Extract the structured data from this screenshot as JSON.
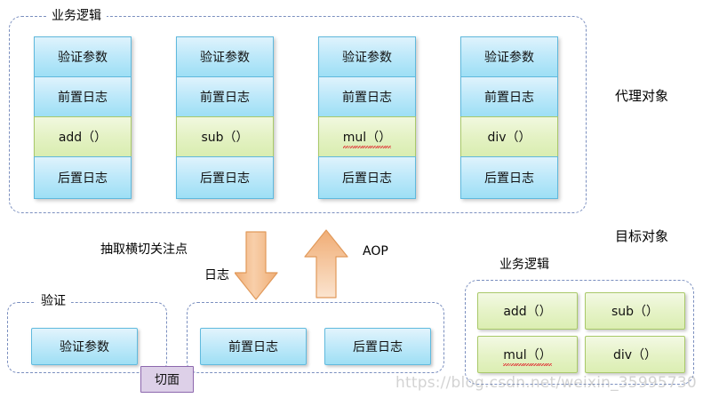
{
  "diagram": {
    "title": "AOP proxy object diagram",
    "watermark": "https://blog.csdn.net/weixin_35995730"
  },
  "colors": {
    "blue_fill": "#bfe9fa",
    "blue_border": "#5fb9dd",
    "green_fill": "#e4f2c4",
    "green_border": "#a9c96a",
    "purple_fill": "#ddd0e8",
    "purple_border": "#8c67ad",
    "arrow_fill": "#f5b98a",
    "arrow_border": "#e0924f",
    "dashed_border": "#7b8fbf"
  },
  "proxy_section": {
    "group_label": "业务逻辑",
    "side_label": "代理对象",
    "stacks": [
      {
        "method": "add（）",
        "cells": [
          "验证参数",
          "前置日志",
          "add（）",
          "后置日志"
        ],
        "spellcheck": false
      },
      {
        "method": "sub（）",
        "cells": [
          "验证参数",
          "前置日志",
          "sub（）",
          "后置日志"
        ],
        "spellcheck": false
      },
      {
        "method": "mul（）",
        "cells": [
          "验证参数",
          "前置日志",
          "mul（）",
          "后置日志"
        ],
        "spellcheck": true
      },
      {
        "method": "div（）",
        "cells": [
          "验证参数",
          "前置日志",
          "div（）",
          "后置日志"
        ],
        "spellcheck": false
      }
    ]
  },
  "middle": {
    "extract_label": "抽取横切关注点",
    "aop_label": "AOP",
    "down_arrow": "down-arrow",
    "up_arrow": "up-arrow"
  },
  "aspect_section": {
    "validation_group_label": "验证",
    "log_group_label": "日志",
    "aspect_label": "切面",
    "validation_items": [
      "验证参数"
    ],
    "log_items": [
      "前置日志",
      "后置日志"
    ]
  },
  "target_section": {
    "side_label": "目标对象",
    "group_label": "业务逻辑",
    "methods": [
      {
        "label": "add（）",
        "spellcheck": false
      },
      {
        "label": "sub（）",
        "spellcheck": false
      },
      {
        "label": "mul（）",
        "spellcheck": true
      },
      {
        "label": "div（）",
        "spellcheck": false
      }
    ]
  }
}
